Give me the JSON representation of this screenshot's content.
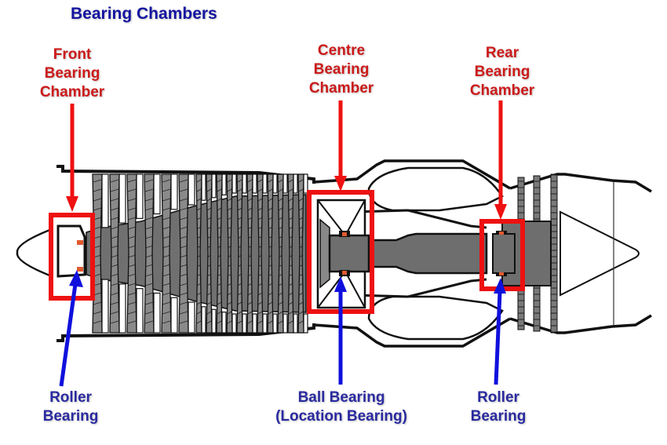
{
  "title": "Bearing Chambers",
  "colors": {
    "title": "#1414a0",
    "chamber_label": "#cc1a1a",
    "bearing_label": "#2a2aa0",
    "chamber_box": "#ee1111",
    "bearing_arrow": "#1010dd",
    "bearing_pad": "#e05a30",
    "engine_fill": "#6e6e6e",
    "engine_outline": "#111111"
  },
  "chamber_labels": [
    {
      "id": "front",
      "lines": [
        "Front",
        "Bearing",
        "Chamber"
      ]
    },
    {
      "id": "centre",
      "lines": [
        "Centre",
        "Bearing",
        "Chamber"
      ]
    },
    {
      "id": "rear",
      "lines": [
        "Rear",
        "Bearing",
        "Chamber"
      ]
    }
  ],
  "bearing_labels": [
    {
      "id": "front",
      "lines": [
        "Roller",
        "Bearing"
      ]
    },
    {
      "id": "centre",
      "lines": [
        "Ball Bearing",
        "(Location Bearing)"
      ]
    },
    {
      "id": "rear",
      "lines": [
        "Roller",
        "Bearing"
      ]
    }
  ]
}
